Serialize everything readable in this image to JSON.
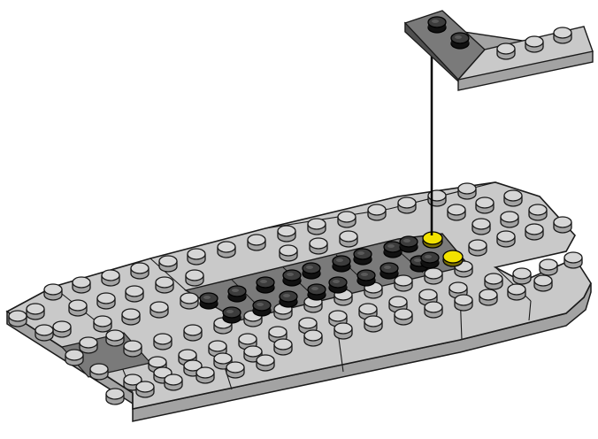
{
  "diagram": {
    "kind": "lego-building-instruction-step",
    "background_color": "#ffffff",
    "colors": {
      "light_gray_top": "#c9c9c9",
      "light_gray_side": "#a3a3a3",
      "light_gray_stud": "#d6d6d6",
      "dark_gray_top": "#7a7a7a",
      "dark_gray_side": "#5a5a5a",
      "dark_gray_stud": "#404040",
      "black_stud": "#1e1e1e",
      "yellow_marker": "#f2e200",
      "outline": "#1a1a1a"
    },
    "parts": [
      {
        "name": "base-assembly",
        "color": "light_gray",
        "description_visible": false
      },
      {
        "name": "center-plate-strip",
        "color": "dark_gray",
        "description_visible": false
      },
      {
        "name": "new-angle-plate",
        "color": "dark_gray-and-light_gray",
        "description_visible": false
      }
    ],
    "placement_markers": 2,
    "placement_line": true
  }
}
